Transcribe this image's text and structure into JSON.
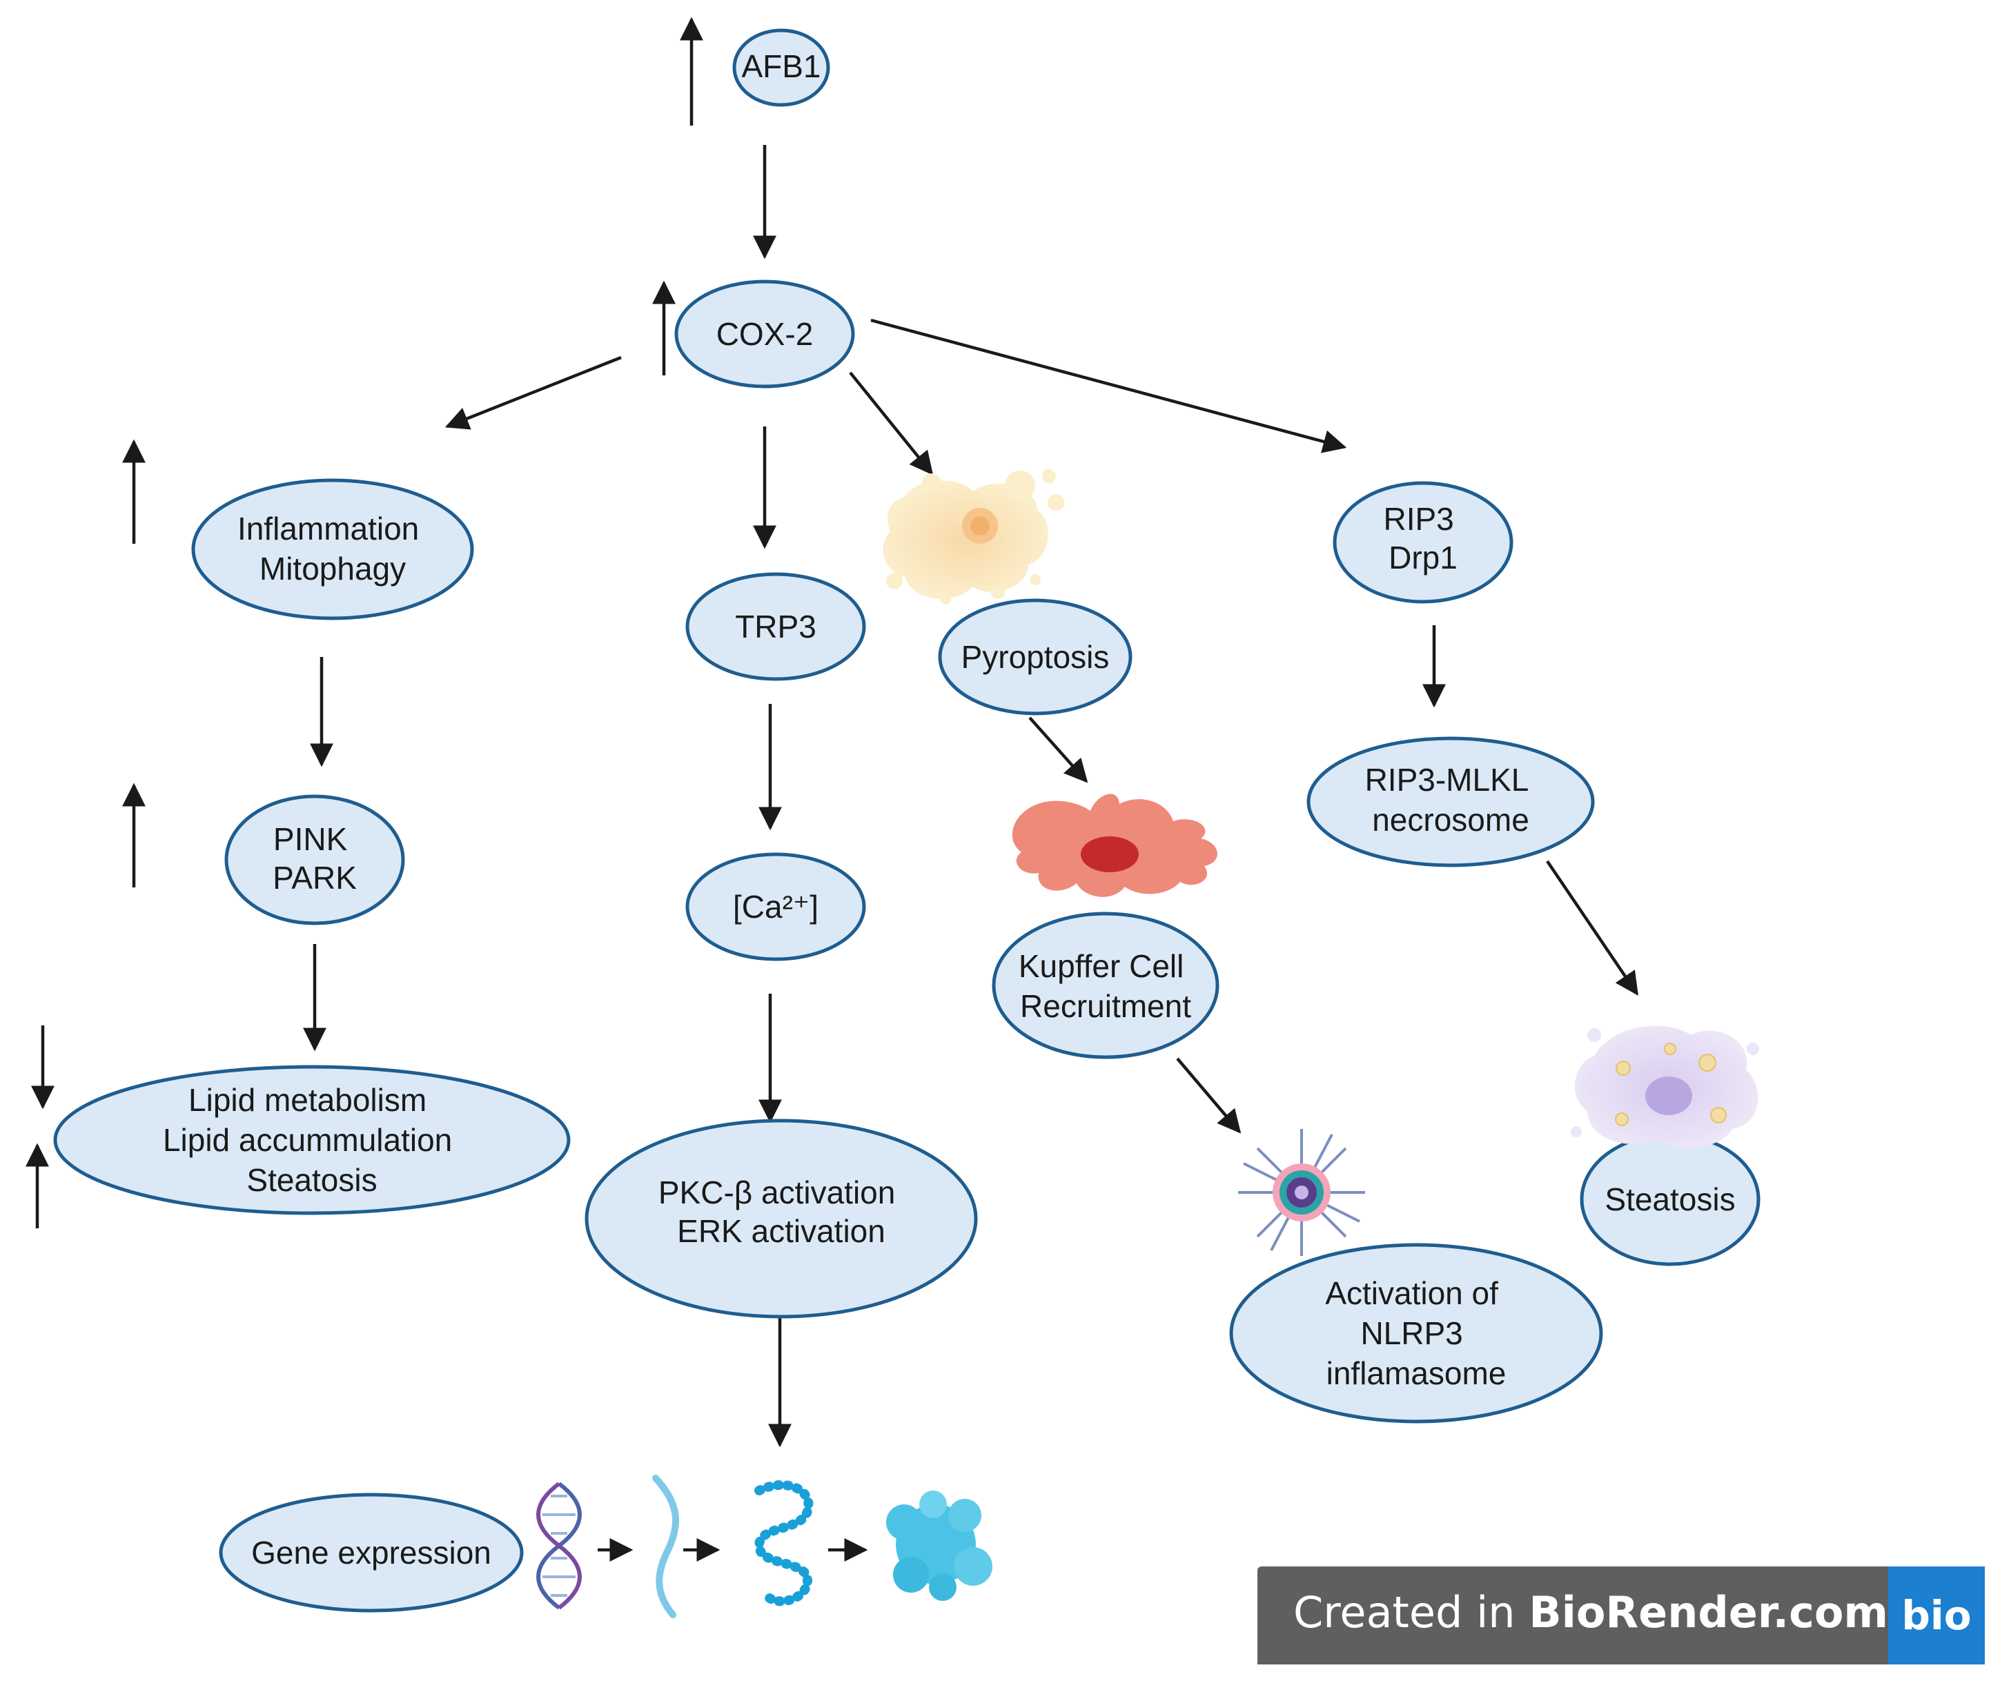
{
  "nodes": {
    "afb1": [
      "AFB1"
    ],
    "cox2": [
      "COX-2"
    ],
    "inflammation": [
      "Inflammation",
      "Mitophagy"
    ],
    "trp3": [
      "TRP3"
    ],
    "pyroptosis": [
      "Pyroptosis"
    ],
    "rip3": [
      "RIP3",
      "Drp1"
    ],
    "pink": [
      "PINK",
      "PARK"
    ],
    "calcium": [
      "[Ca²⁺]"
    ],
    "necrosome": [
      "RIP3-MLKL",
      "necrosome"
    ],
    "kupffer": [
      "Kupffer Cell",
      "Recruitment"
    ],
    "lipid": [
      "Lipid metabolism",
      "Lipid accummulation",
      "Steatosis"
    ],
    "pkc": [
      "PKC-β activation",
      "ERK activation"
    ],
    "steatosis": [
      "Steatosis"
    ],
    "nlrp3": [
      "Activation of",
      "NLRP3",
      "inflamasome"
    ],
    "gene": [
      "Gene expression"
    ]
  },
  "regulation_marks": {
    "afb1": "up",
    "cox2": "up",
    "inflammation": "up",
    "pink": "up",
    "lipid_metabolism": "down",
    "lipid_accumulation": "up"
  },
  "icons": {
    "pyroptotic_cell": "pyroptotic-cell-icon",
    "kupffer_cell": "kupffer-cell-icon",
    "inflammasome": "inflammasome-icon",
    "steatotic_cell": "steatotic-cell-icon",
    "dna": "dna-icon",
    "mrna": "mrna-icon",
    "polypeptide": "polypeptide-chain-icon",
    "protein": "folded-protein-icon"
  },
  "colors": {
    "node_fill": "#dbe9f6",
    "node_stroke": "#1f5d8f",
    "arrow": "#1a1a1a",
    "brand_bg": "#5f5f5f",
    "brand_accent": "#1d7fd0"
  },
  "watermark": {
    "prefix": "Created in ",
    "brand": "BioRender.com",
    "logo": "bio"
  }
}
